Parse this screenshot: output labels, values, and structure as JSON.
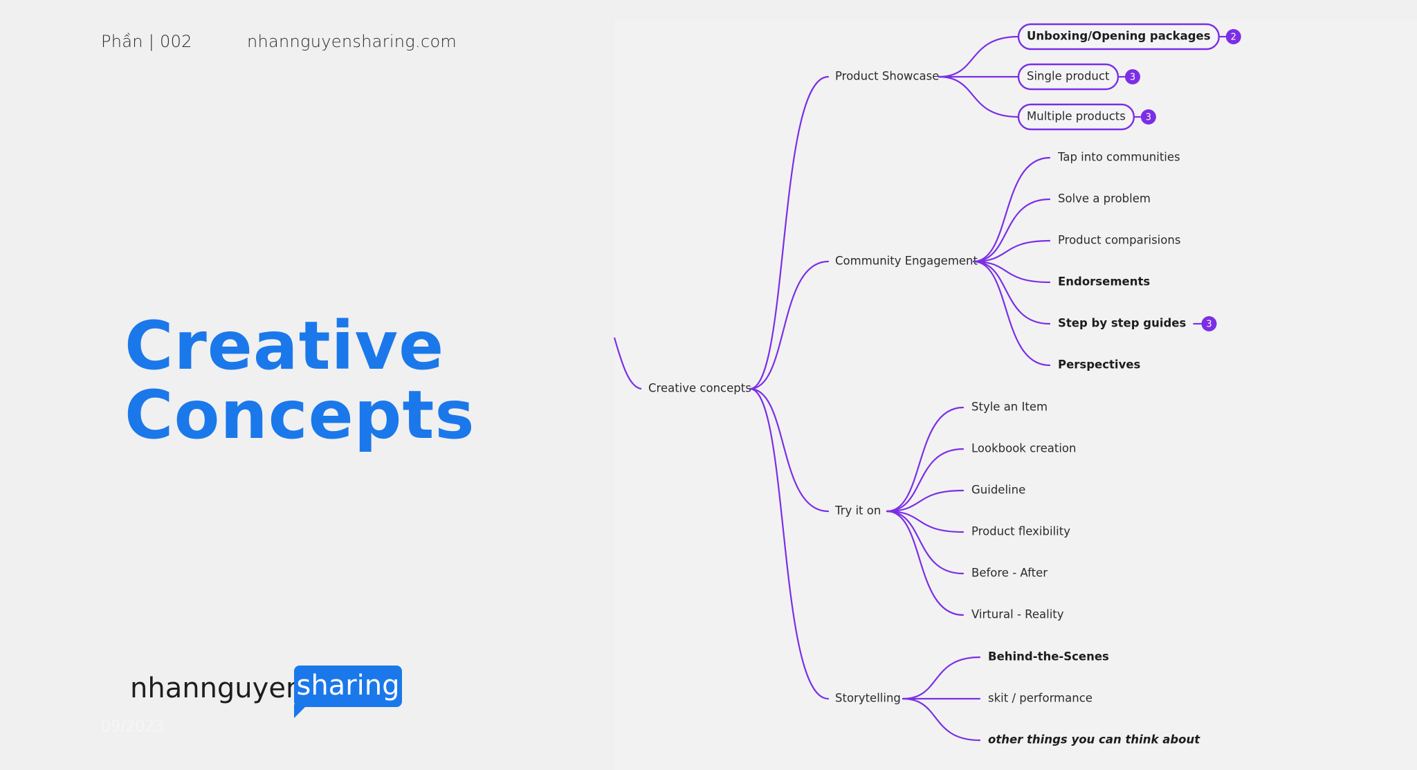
{
  "header": {
    "section": "Phần | 002",
    "website": "nhannguyensharing.com"
  },
  "title": {
    "line1": "Creative",
    "line2": "Concepts"
  },
  "logo": {
    "text": "nhannguyen",
    "badge": "sharing"
  },
  "date": "09/2023",
  "colors": {
    "accent_blue": "#1b78ea",
    "mindmap_purple": "#7b2ee6",
    "badge_purple": "#7b2ee6",
    "background": "#f0f0f0"
  },
  "mindmap": {
    "root": "Creative concepts",
    "branches": [
      {
        "label": "Product Showcase",
        "children": [
          {
            "label": "Unboxing/Opening packages",
            "bold": true,
            "boxed": true,
            "badge": "2"
          },
          {
            "label": "Single product",
            "boxed": true,
            "badge": "3"
          },
          {
            "label": "Multiple products",
            "boxed": true,
            "badge": "3"
          }
        ]
      },
      {
        "label": "Community Engagement",
        "children": [
          {
            "label": "Tap into communities"
          },
          {
            "label": "Solve a problem"
          },
          {
            "label": "Product comparisions"
          },
          {
            "label": "Endorsements",
            "bold": true
          },
          {
            "label": "Step by step guides",
            "bold": true,
            "badge": "3"
          },
          {
            "label": "Perspectives",
            "bold": true
          }
        ]
      },
      {
        "label": "Try it on",
        "children": [
          {
            "label": "Style an Item"
          },
          {
            "label": "Lookbook creation"
          },
          {
            "label": "Guideline"
          },
          {
            "label": "Product flexibility"
          },
          {
            "label": "Before - After"
          },
          {
            "label": "Virtural - Reality"
          }
        ]
      },
      {
        "label": "Storytelling",
        "children": [
          {
            "label": "Behind-the-Scenes",
            "bold": true
          },
          {
            "label": "skit / performance"
          },
          {
            "label": "other things you can think about",
            "bold": true,
            "italic": true
          }
        ]
      }
    ]
  }
}
